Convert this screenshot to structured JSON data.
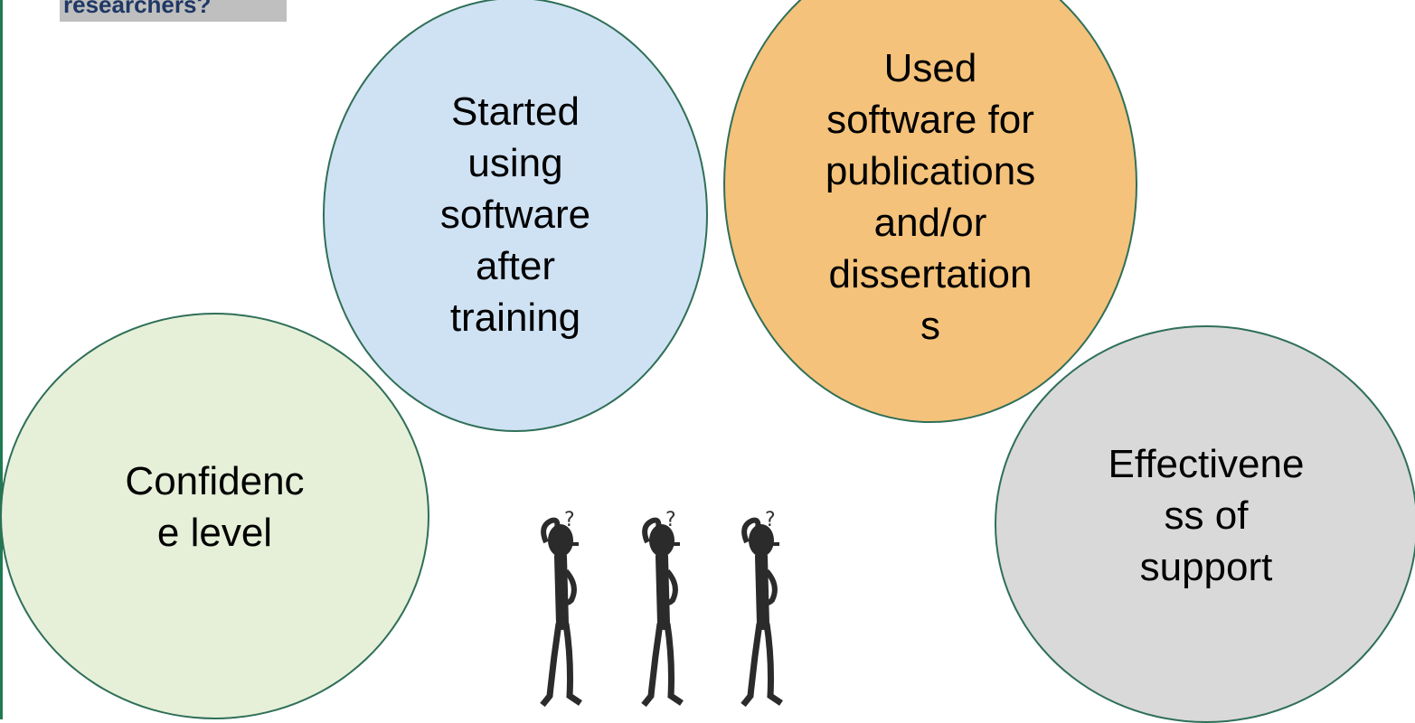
{
  "banner": {
    "text": "researchers?"
  },
  "bubbles": {
    "started": {
      "text": "Started\nusing\nsoftware\nafter\ntraining",
      "fill": "#cfe2f3"
    },
    "used": {
      "text": "Used\nsoftware for\npublications\nand/or\ndissertation\ns",
      "fill": "#f4c27a"
    },
    "confidence": {
      "text": "Confidenc\ne level",
      "fill": "#e6f0d8"
    },
    "effectiveness": {
      "text": "Effectivene\nss of\nsupport",
      "fill": "#d9d9d9"
    }
  },
  "colors": {
    "outline": "#2f6f58",
    "banner_text": "#1f3864",
    "banner_bg": "#bfbfbf",
    "left_border": "#1f7a52"
  },
  "illustration": {
    "icon": "puzzled-stick-figures-icon",
    "count": 3
  }
}
